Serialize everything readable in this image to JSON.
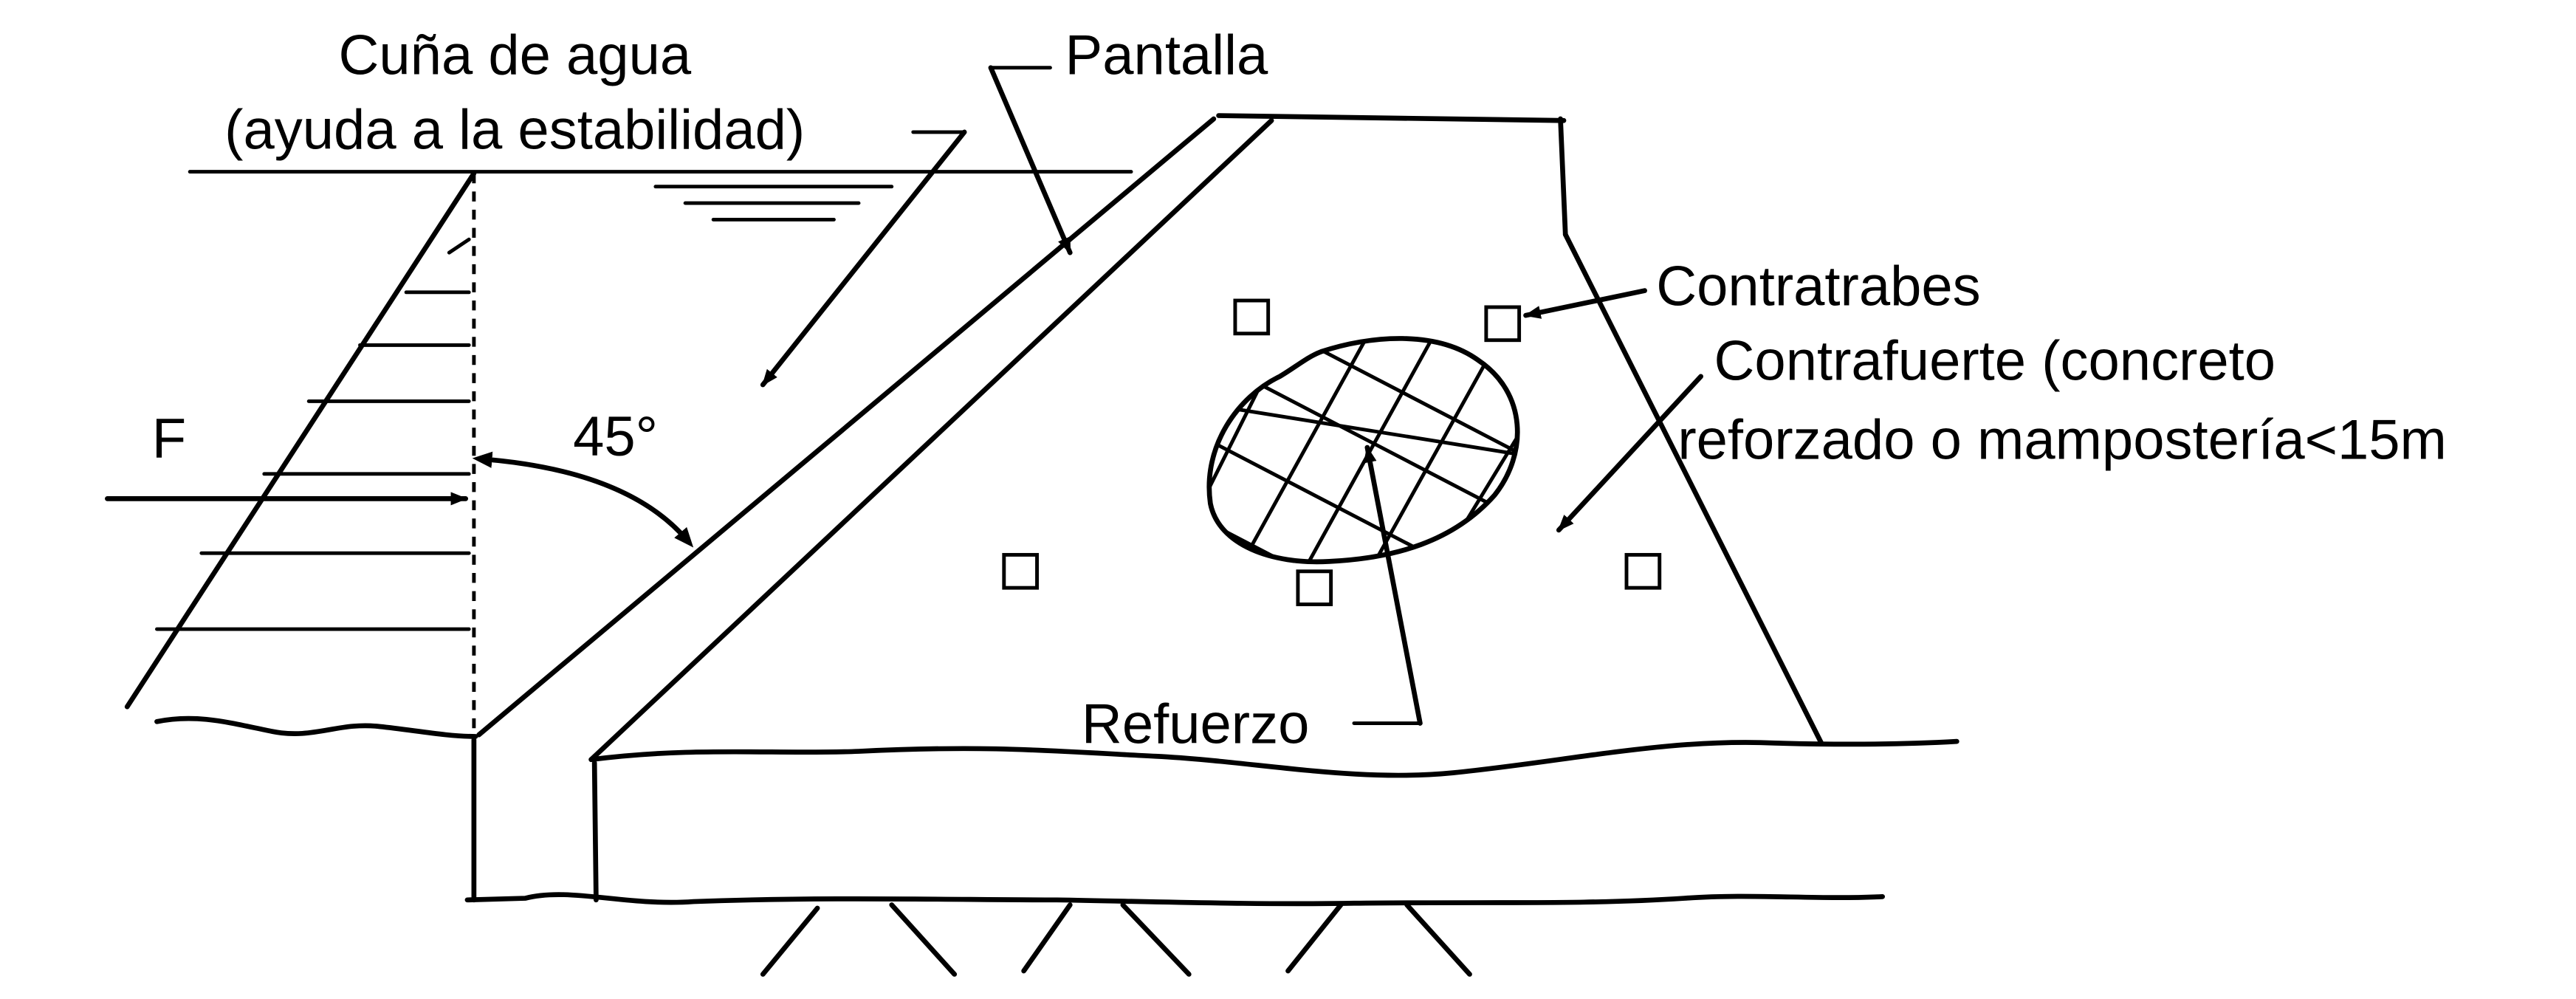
{
  "labels": {
    "water_wedge_line1": "Cuña de agua",
    "water_wedge_line2": "(ayuda a la estabilidad)",
    "face_slab": "Pantalla",
    "counter_beams": "Contratrabes",
    "buttress_line1": "Contrafuerte (concreto",
    "buttress_line2": "reforzado o mampostería<15m",
    "force": "F",
    "angle": "45°",
    "reinforcement": "Refuerzo"
  },
  "colors": {
    "ink": "#000000",
    "background": "#ffffff"
  }
}
